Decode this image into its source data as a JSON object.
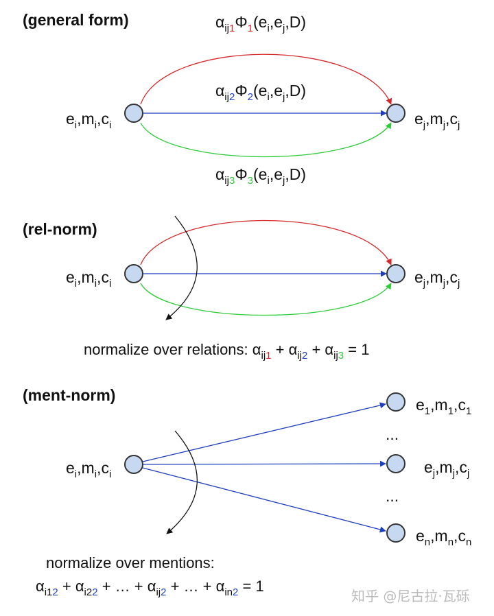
{
  "colors": {
    "relation_1": "#d62728",
    "relation_2": "#1f3fbf",
    "relation_3": "#2fcc3a",
    "node_fill": "#c6d9f0",
    "normalize_arrow": "#111111"
  },
  "sections": {
    "general": {
      "title": "(general form)",
      "source_label": {
        "base": [
          "e",
          "m",
          "c"
        ],
        "sub": [
          "i",
          "i",
          "i"
        ]
      },
      "target_label": {
        "base": [
          "e",
          "m",
          "c"
        ],
        "sub": [
          "j",
          "j",
          "j"
        ]
      },
      "formulas": [
        {
          "sub_black": "ij",
          "sub_colored": "1",
          "phi_sub": "1",
          "args_pre": "(e",
          "arg1_sub": "i",
          "arg_mid": ",e",
          "arg2_sub": "j",
          "args_post": ",D)"
        },
        {
          "sub_black": "ij",
          "sub_colored": "2",
          "phi_sub": "2",
          "args_pre": "(e",
          "arg1_sub": "i",
          "arg_mid": ",e",
          "arg2_sub": "j",
          "args_post": ",D)"
        },
        {
          "sub_black": "ij",
          "sub_colored": "3",
          "phi_sub": "3",
          "args_pre": "(e",
          "arg1_sub": "i",
          "arg_mid": ",e",
          "arg2_sub": "j",
          "args_post": ",D)"
        }
      ]
    },
    "rel_norm": {
      "title": "(rel-norm)",
      "source_label": {
        "base": [
          "e",
          "m",
          "c"
        ],
        "sub": [
          "i",
          "i",
          "i"
        ]
      },
      "target_label": {
        "base": [
          "e",
          "m",
          "c"
        ],
        "sub": [
          "j",
          "j",
          "j"
        ]
      },
      "caption_prefix": "normalize over relations: ",
      "caption_terms": [
        "ij1",
        "ij2",
        "ij3"
      ],
      "caption_suffix": " = 1"
    },
    "ment_norm": {
      "title": "(ment-norm)",
      "source_label": {
        "base": [
          "e",
          "m",
          "c"
        ],
        "sub": [
          "i",
          "i",
          "i"
        ]
      },
      "targets": [
        {
          "base": [
            "e",
            "m",
            "c"
          ],
          "sub": [
            "1",
            "1",
            "1"
          ]
        },
        {
          "base": [
            "e",
            "m",
            "c"
          ],
          "sub": [
            "j",
            "j",
            "j"
          ]
        },
        {
          "base": [
            "e",
            "m",
            "c"
          ],
          "sub": [
            "n",
            "n",
            "n"
          ]
        }
      ],
      "ellipsis": "...",
      "caption_line1": "normalize over mentions:",
      "caption_terms": [
        "i12",
        "i22",
        "ij2",
        "in2"
      ],
      "caption_ellipsis": " + … + "
    }
  },
  "symbols": {
    "alpha": "α",
    "phi": "Φ",
    "plus": " + ",
    "equals": " = 1"
  },
  "watermark": "知乎 @尼古拉·瓦砾"
}
